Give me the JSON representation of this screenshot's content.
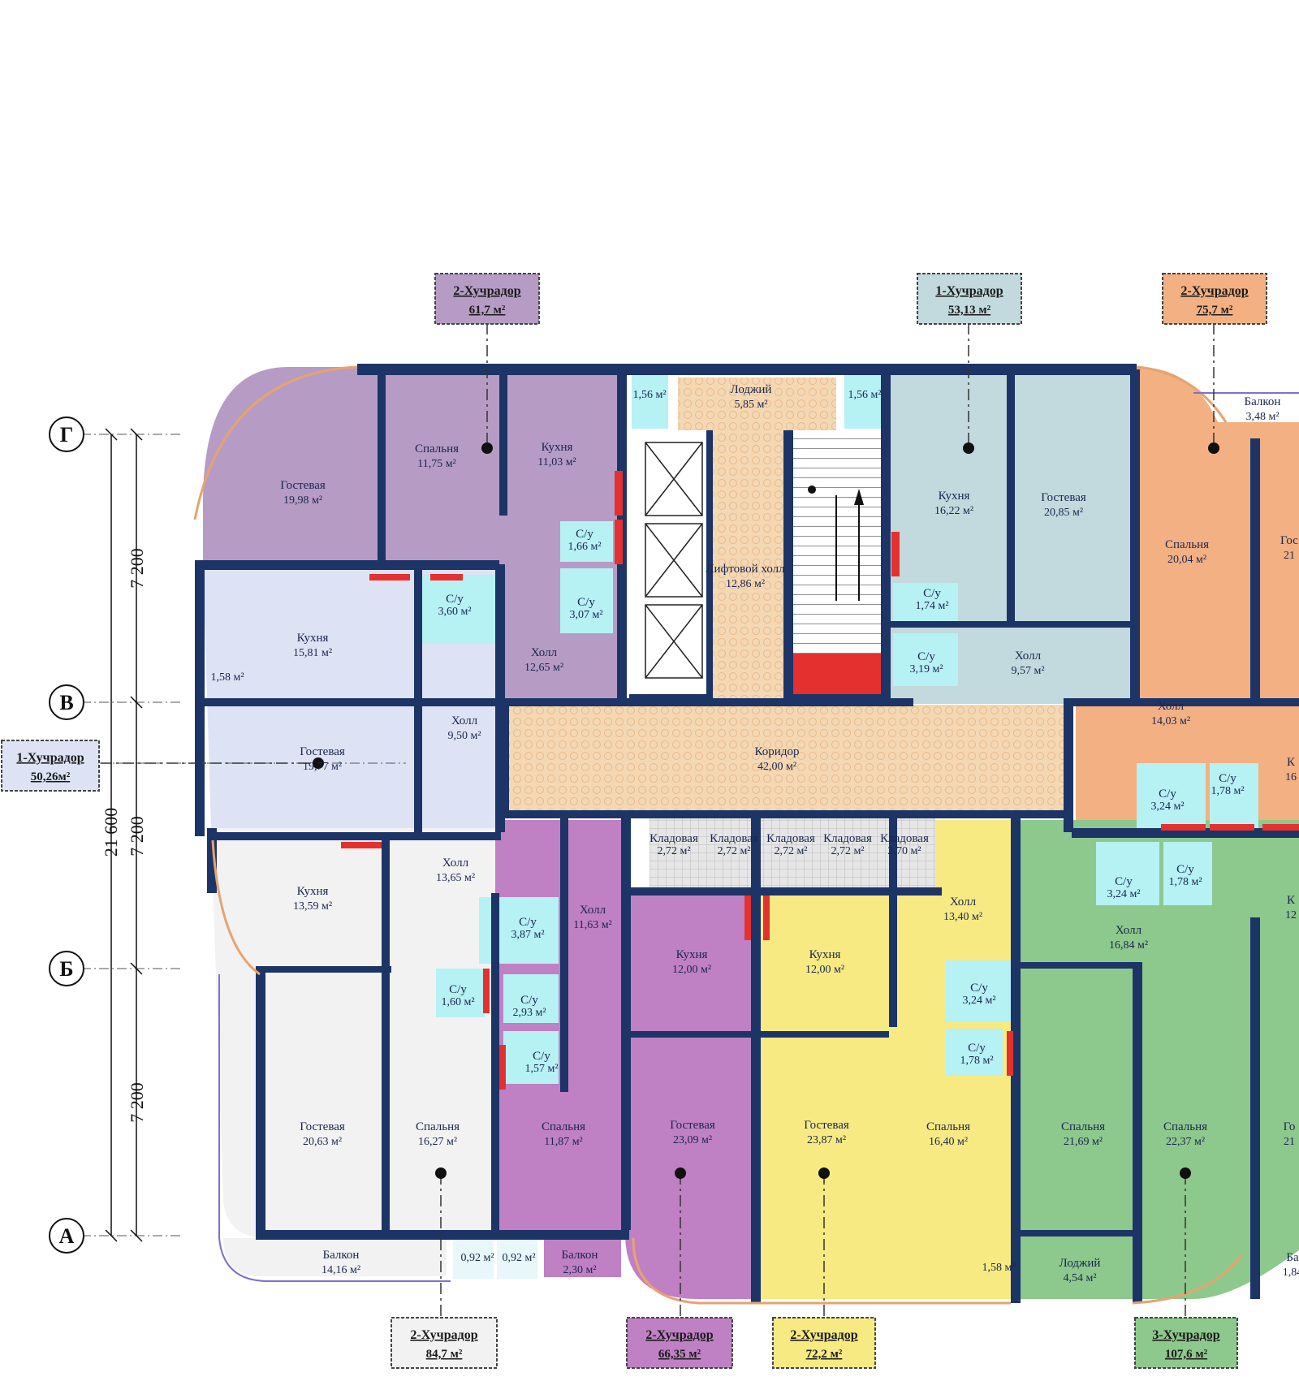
{
  "axes": [
    {
      "letter": "Г"
    },
    {
      "letter": "В"
    },
    {
      "letter": "Б"
    },
    {
      "letter": "А"
    }
  ],
  "dimensions": {
    "total": "21 600",
    "spans": [
      "7 200",
      "7 200",
      "7 200"
    ]
  },
  "apartment_tags": [
    {
      "title": "2-Хучрадор",
      "area": "61,7 м²",
      "color": "#b69cc4"
    },
    {
      "title": "1-Хучрадор",
      "area": "53,13 м²",
      "color": "#c2dadd"
    },
    {
      "title": "2-Хучрадор",
      "area": "75,7 м²",
      "color": "#f3b083"
    },
    {
      "title": "1-Хучрадор",
      "area": "50,26м²",
      "color": "#dde3f4"
    },
    {
      "title": "2-Хучрадор",
      "area": "84,7 м²",
      "color": "#f2f2f2"
    },
    {
      "title": "2-Хучрадор",
      "area": "66,35 м²",
      "color": "#c080c4"
    },
    {
      "title": "2-Хучрадор",
      "area": "72,2 м²",
      "color": "#f7ea82"
    },
    {
      "title": "3-Хучрадор",
      "area": "107,6 м²",
      "color": "#8dc98c"
    }
  ],
  "colors": {
    "violet": "#b69cc4",
    "lavender": "#dde3f4",
    "teal": "#c2dadd",
    "orange": "#f3b083",
    "white": "#f2f2f2",
    "magenta": "#c080c4",
    "yellow": "#f7ea82",
    "green": "#8dc98c",
    "wet": "#b6f1f4",
    "core": "#f4d8b4",
    "wall": "#1d3466",
    "red": "#e53030"
  },
  "rooms": [
    {
      "label": "Гостевая",
      "area": "19,98 м²"
    },
    {
      "label": "Спальня",
      "area": "11,75 м²"
    },
    {
      "label": "Кухня",
      "area": "11,03 м²"
    },
    {
      "label": "",
      "area": "1,56 м²"
    },
    {
      "label": "С/у",
      "area": "1,66 м²"
    },
    {
      "label": "С/у",
      "area": "3,07 м²"
    },
    {
      "label": "Холл",
      "area": "12,65 м²"
    },
    {
      "label": "Лоджий",
      "area": "5,85 м²"
    },
    {
      "label": "",
      "area": "1,56 м²"
    },
    {
      "label": "Кухня",
      "area": "16,22 м²"
    },
    {
      "label": "Гостевая",
      "area": "20,85 м²"
    },
    {
      "label": "С/у",
      "area": "1,74 м²"
    },
    {
      "label": "С/у",
      "area": "3,19 м²"
    },
    {
      "label": "Холл",
      "area": "9,57 м²"
    },
    {
      "label": "Балкон",
      "area": "3,48 м²"
    },
    {
      "label": "Спальня",
      "area": "20,04 м²"
    },
    {
      "label": "Гос",
      "area": "21"
    },
    {
      "label": "Кухня",
      "area": "15,81 м²"
    },
    {
      "label": "С/у",
      "area": "3,60 м²"
    },
    {
      "label": "",
      "area": "1,58 м²"
    },
    {
      "label": "Лифтовой холл",
      "area": "12,86 м²"
    },
    {
      "label": "Гостевая",
      "area": "19,77 м²"
    },
    {
      "label": "Холл",
      "area": "9,50 м²"
    },
    {
      "label": "Коридор",
      "area": "42,00 м²"
    },
    {
      "label": "Холл",
      "area": "14,03 м²"
    },
    {
      "label": "С/у",
      "area": "3,24 м²"
    },
    {
      "label": "С/у",
      "area": "1,78 м²"
    },
    {
      "label": "К",
      "area": "16"
    },
    {
      "label": "Кухня",
      "area": "13,59 м²"
    },
    {
      "label": "Холл",
      "area": "13,65 м²"
    },
    {
      "label": "С/у",
      "area": "3,87 м²"
    },
    {
      "label": "Холл",
      "area": "11,63 м²"
    },
    {
      "label": "Кладовая",
      "area": "2,72 м²"
    },
    {
      "label": "Кладовая",
      "area": "2,72 м²"
    },
    {
      "label": "Кладовая",
      "area": "2,72 м²"
    },
    {
      "label": "Кладовая",
      "area": "2,72 м²"
    },
    {
      "label": "Кладовая",
      "area": "2,70 м²"
    },
    {
      "label": "Кухня",
      "area": "12,00 м²"
    },
    {
      "label": "Кухня",
      "area": "12,00 м²"
    },
    {
      "label": "Холл",
      "area": "13,40 м²"
    },
    {
      "label": "С/у",
      "area": "3,24 м²"
    },
    {
      "label": "С/у",
      "area": "1,78 м²"
    },
    {
      "label": "К",
      "area": "12"
    },
    {
      "label": "Холл",
      "area": "16,84 м²"
    },
    {
      "label": "С/у",
      "area": "1,60 м²"
    },
    {
      "label": "С/у",
      "area": "2,93 м²"
    },
    {
      "label": "С/у",
      "area": "1,57 м²"
    },
    {
      "label": "С/у",
      "area": "3,24 м²"
    },
    {
      "label": "С/у",
      "area": "1,78 м²"
    },
    {
      "label": "Гостевая",
      "area": "20,63 м²"
    },
    {
      "label": "Спальня",
      "area": "16,27 м²"
    },
    {
      "label": "Спальня",
      "area": "11,87 м²"
    },
    {
      "label": "Гостевая",
      "area": "23,09 м²"
    },
    {
      "label": "Гостевая",
      "area": "23,87 м²"
    },
    {
      "label": "Спальня",
      "area": "16,40 м²"
    },
    {
      "label": "Спальня",
      "area": "21,69 м²"
    },
    {
      "label": "Спальня",
      "area": "22,37 м²"
    },
    {
      "label": "Го",
      "area": "21"
    },
    {
      "label": "Балкон",
      "area": "14,16 м²"
    },
    {
      "label": "",
      "area": "0,92 м²"
    },
    {
      "label": "",
      "area": "0,92 м²"
    },
    {
      "label": "Балкон",
      "area": "2,30 м²"
    },
    {
      "label": "",
      "area": "1,58 м²"
    },
    {
      "label": "Лоджий",
      "area": "4,54 м²"
    },
    {
      "label": "Ба",
      "area": "1,84"
    }
  ]
}
